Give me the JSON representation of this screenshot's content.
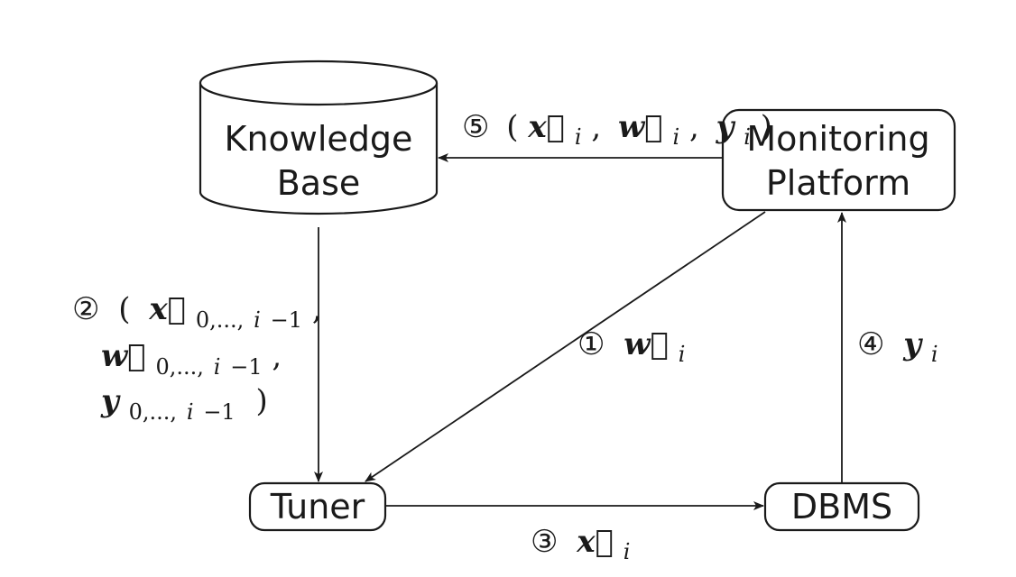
{
  "nodes": {
    "knowledge_base": {
      "line1": "Knowledge",
      "line2": "Base"
    },
    "monitoring_platform": {
      "line1": "Monitoring",
      "line2": "Platform"
    },
    "tuner": {
      "label": "Tuner"
    },
    "dbms": {
      "label": "DBMS"
    }
  },
  "edges": {
    "e1": {
      "step": "①",
      "var": "w⃗",
      "sub": "i"
    },
    "e2": {
      "step": "②",
      "open": "(",
      "close": ")",
      "var_x": "x⃗",
      "var_w": "w⃗",
      "var_y": "y",
      "sub_prefix": "0,...,",
      "sub_i": "i",
      "sub_suffix": "−1",
      "comma": ","
    },
    "e3": {
      "step": "③",
      "var": "x⃗",
      "sub": "i"
    },
    "e4": {
      "step": "④",
      "var": "y",
      "sub": "i"
    },
    "e5": {
      "step": "⑤",
      "open": "(",
      "x": "x⃗",
      "w": "w⃗",
      "y": "y",
      "sub": "i",
      "comma": ",",
      "close": ")"
    }
  }
}
